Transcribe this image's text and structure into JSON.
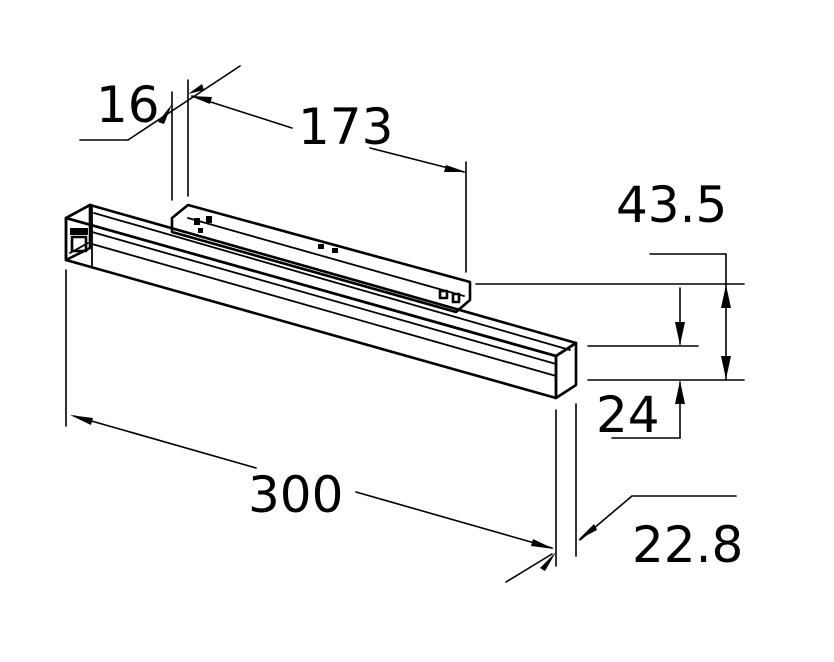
{
  "dimensions": {
    "bracket_thickness": "16",
    "mount_length": "173",
    "total_height": "43.5",
    "profile_height": "24",
    "length": "300",
    "depth": "22.8"
  },
  "colors": {
    "line": "#000000",
    "background": "#ffffff"
  }
}
